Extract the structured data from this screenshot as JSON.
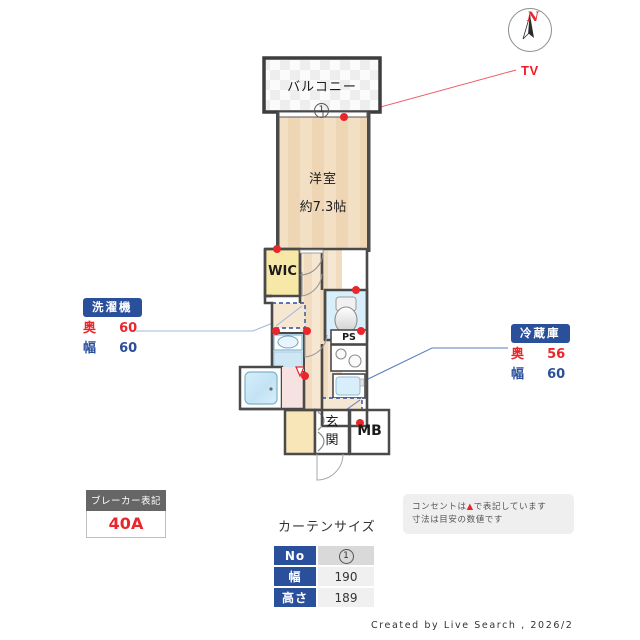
{
  "compass": {
    "north_label": "N",
    "name": "compass-north"
  },
  "callouts": {
    "tv_label": "TV",
    "washer": {
      "tag": "洗濯機",
      "depth_key": "奥",
      "depth_value": "60",
      "width_key": "幅",
      "width_value": "60"
    },
    "fridge": {
      "tag": "冷蔵庫",
      "depth_key": "奥",
      "depth_value": "56",
      "width_key": "幅",
      "width_value": "60"
    }
  },
  "plan": {
    "balcony_label": "バルコニー",
    "balcony_window_no": "1",
    "room_label": "洋室",
    "room_area": "約7.3帖",
    "wic_label": "WIC",
    "ps_label": "PS",
    "entrance_label_top": "玄",
    "entrance_label_bottom": "関",
    "mb_label": "MB"
  },
  "breaker": {
    "header": "ブレーカー表記",
    "value": "40A"
  },
  "note": {
    "line1_pre": "コンセントは",
    "line1_tri": "▲",
    "line1_post": "で表記しています",
    "line2": "寸法は目安の数値です"
  },
  "curtain": {
    "title": "カーテンサイズ",
    "rows": [
      {
        "head": "No",
        "value": "1",
        "is_circle": true
      },
      {
        "head": "幅",
        "value": "190",
        "is_circle": false
      },
      {
        "head": "高さ",
        "value": "189",
        "is_circle": false
      }
    ]
  },
  "footer": {
    "text": "Created by Live Search , 2026/2"
  },
  "colors": {
    "wall": "#4a4a4a",
    "floor_wood": "#f2dcc0",
    "floor_wood_alt": "#efd3ae",
    "wic_floor": "#f7e8a8",
    "tile": "#f4e3d2",
    "water": "#cfe7f5",
    "accent_blue": "#2a4f9b",
    "accent_red": "#e8262b",
    "outlet": "#e8262b"
  }
}
